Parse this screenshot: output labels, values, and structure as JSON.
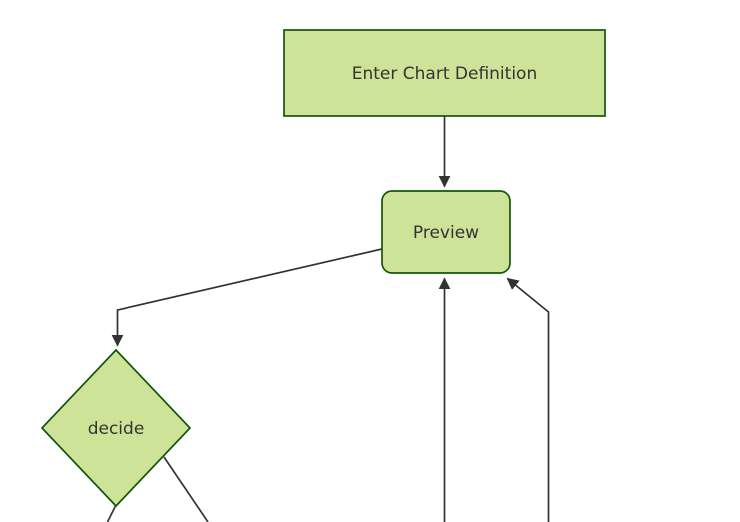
{
  "diagram": {
    "type": "flowchart-top-down",
    "colors": {
      "background": "#ffffff",
      "node_fill": "#cde498",
      "node_border": "#13540c",
      "edge": "#333333",
      "arrowhead": "#333333",
      "text": "#333333"
    },
    "nodes": [
      {
        "id": "enter-chart-definition",
        "label": "Enter Chart Definition",
        "shape": "rectangle"
      },
      {
        "id": "preview",
        "label": "Preview",
        "shape": "rounded-rectangle"
      },
      {
        "id": "decide",
        "label": "decide",
        "shape": "diamond"
      }
    ],
    "edges": [
      {
        "from": "enter-chart-definition",
        "to": "preview",
        "arrowhead": true
      },
      {
        "from": "preview",
        "to": "decide",
        "arrowhead": true
      },
      {
        "from": "offscreen-bottom",
        "to": "preview",
        "arrowhead": true
      },
      {
        "from": "offscreen-bottom-right",
        "to": "preview",
        "arrowhead": true
      },
      {
        "from": "decide",
        "to": "offscreen-bottom-left",
        "arrowhead": false
      },
      {
        "from": "decide",
        "to": "offscreen-bottom-right",
        "arrowhead": false
      }
    ]
  }
}
